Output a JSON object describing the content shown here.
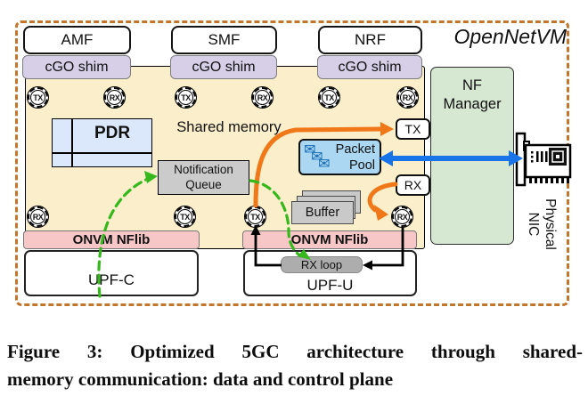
{
  "colors": {
    "arrow-orange": "#F07818",
    "arrow-green": "#35B81C",
    "arrow-blue": "#1874E8",
    "frame-dash": "#C1762B",
    "shared-bg": "#FBEECB",
    "shim-bg": "#D7CFE7",
    "nflib-bg": "#F6C7C6",
    "manager-bg": "#D6E7D2",
    "pool-bg": "#ABD7F2",
    "pdr-bg": "#DBE8FB",
    "queue-bg": "#CBCBCB",
    "buffer-bg": "#C9C9C9",
    "rxloop-bg": "#ADADAD"
  },
  "diagram": {
    "system_label": "OpenNetVM",
    "shared_memory_label": "Shared memory",
    "nfs": [
      {
        "name": "AMF",
        "shim": "cGO shim"
      },
      {
        "name": "SMF",
        "shim": "cGO shim"
      },
      {
        "name": "NRF",
        "shim": "cGO shim"
      }
    ],
    "ports_top": [
      "TX",
      "RX",
      "TX",
      "RX",
      "TX",
      "RX"
    ],
    "ports_bottom": [
      "RX",
      "TX",
      "TX",
      "RX"
    ],
    "pdr_label": "PDR",
    "notification_queue_label": "Notification Queue",
    "packet_pool_label": "Packet Pool",
    "envelope_icon": "✉",
    "buffer_label": "Buffer",
    "manager_tx_label": "TX",
    "manager_rx_label": "RX",
    "nf_manager_label": "NF Manager",
    "physical_nic_label": "Physical NIC",
    "upf_c": {
      "nflib": "ONVM NFlib",
      "name": "UPF-C"
    },
    "upf_u": {
      "nflib": "ONVM NFlib",
      "name": "UPF-U",
      "rx_loop": "RX loop"
    }
  },
  "caption": {
    "line1": "Figure 3: Optimized 5GC architecture through shared-",
    "line2": "memory communication: data and control plane"
  }
}
